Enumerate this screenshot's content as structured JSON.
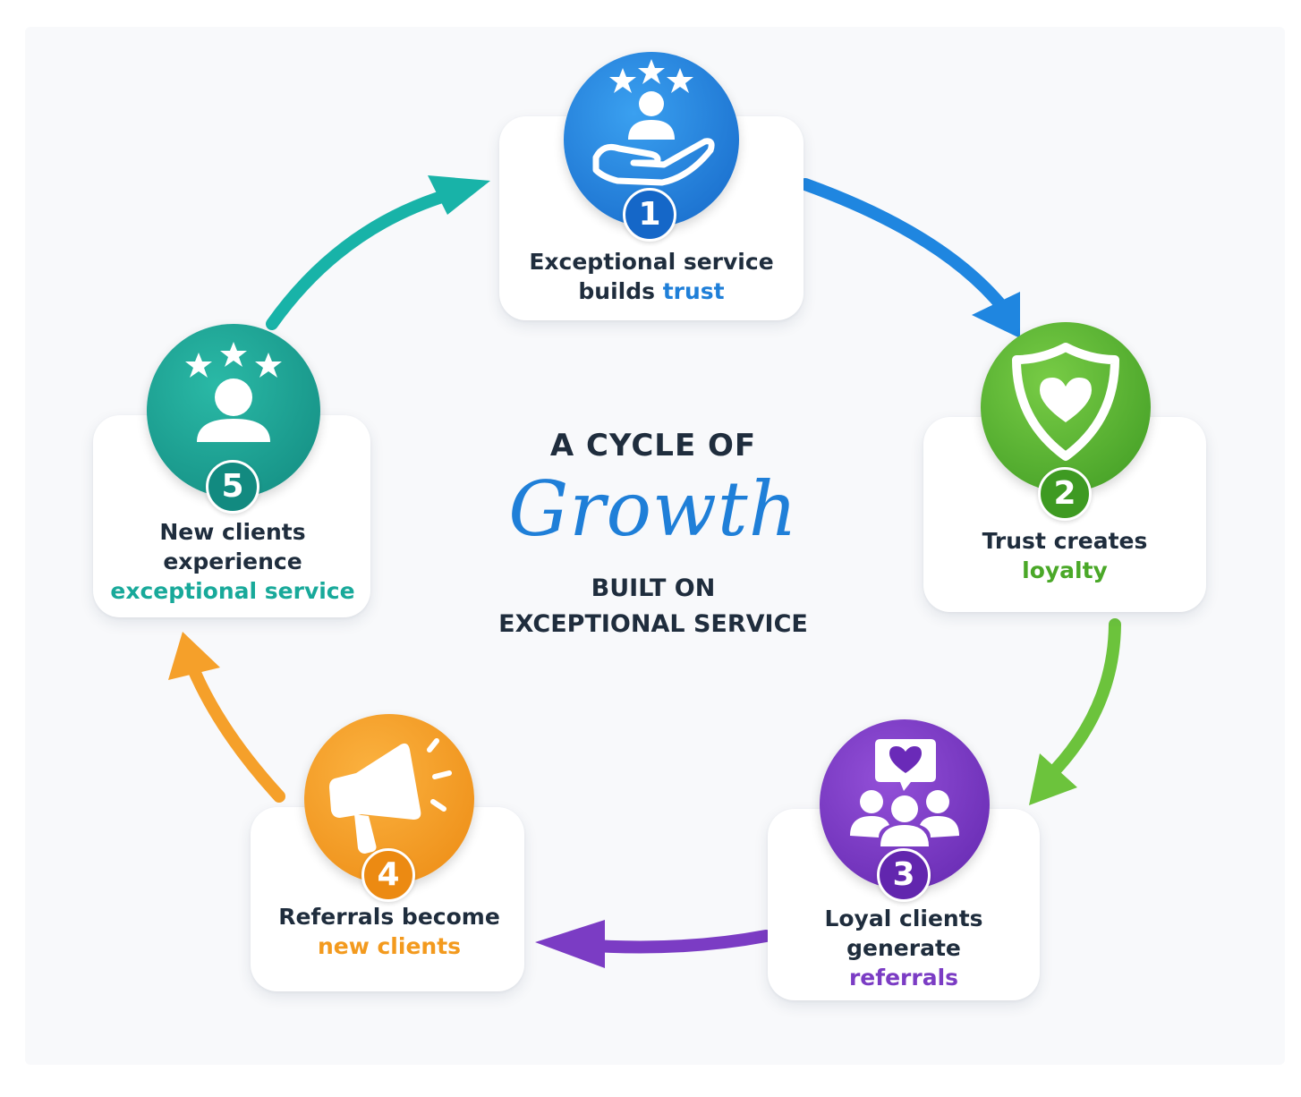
{
  "title": {
    "line1": "A CYCLE OF",
    "script": "Growth",
    "line2": "BUILT ON",
    "line3": "EXCEPTIONAL SERVICE"
  },
  "steps": [
    {
      "number": "1",
      "line1": "Exceptional service",
      "line2_plain": "builds",
      "line2_highlight": "trust",
      "color": "#1f7fd8",
      "icon": "service-hand-stars-icon"
    },
    {
      "number": "2",
      "line1": "Trust creates",
      "line2_highlight": "loyalty",
      "color": "#5cb531",
      "icon": "shield-heart-icon"
    },
    {
      "number": "3",
      "line1": "Loyal clients",
      "line2": "generate",
      "line3_highlight": "referrals",
      "color": "#7b3cc4",
      "icon": "group-heart-icon"
    },
    {
      "number": "4",
      "line1": "Referrals become",
      "line2_highlight": "new clients",
      "color": "#f39a1e",
      "icon": "megaphone-icon"
    },
    {
      "number": "5",
      "line1": "New clients",
      "line2": "experience",
      "line3_highlight": "exceptional service",
      "color": "#18a99a",
      "icon": "person-stars-icon"
    }
  ]
}
